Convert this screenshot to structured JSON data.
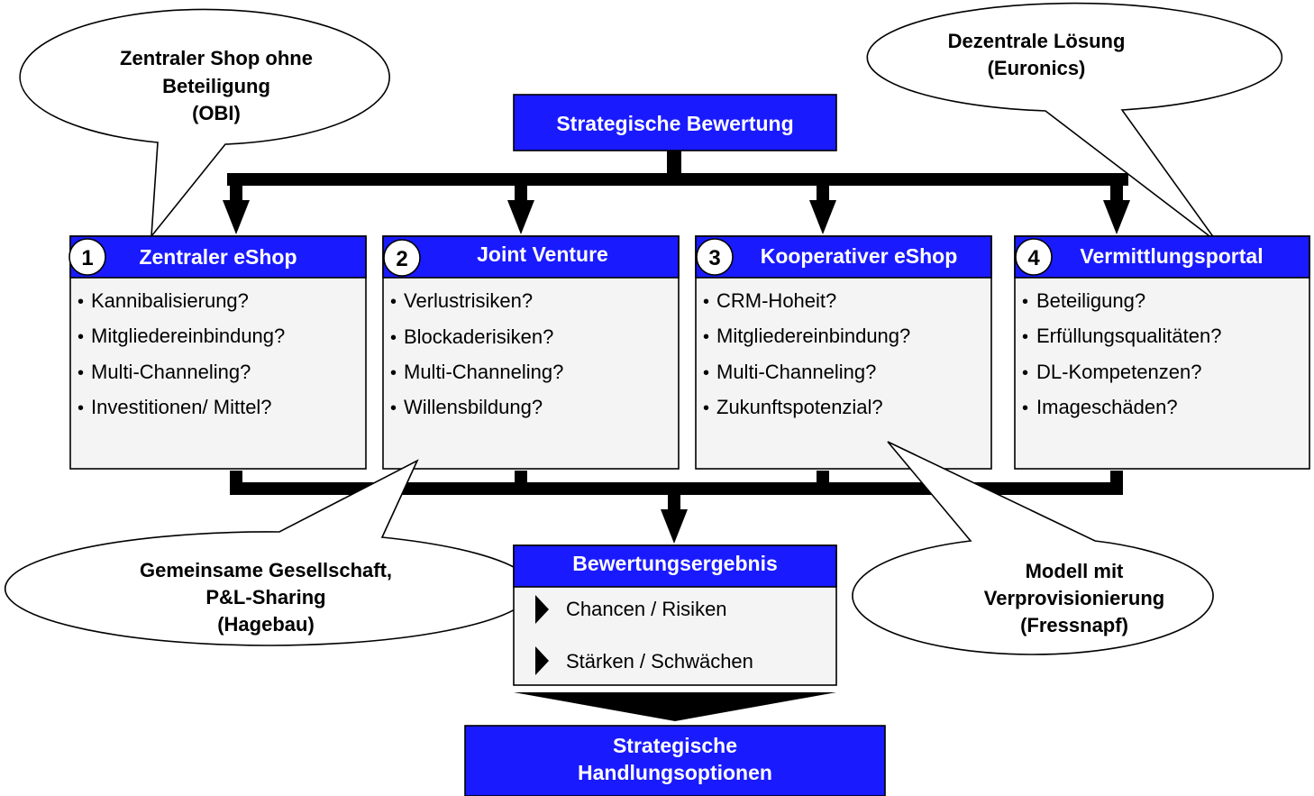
{
  "colors": {
    "header_blue": "#1a1aff",
    "box_fill": "#f4f4f4",
    "outline": "#000000",
    "header_text": "#ffffff"
  },
  "top_box": {
    "label": "Strategische Bewertung"
  },
  "options": [
    {
      "number": "1",
      "title": "Zentraler eShop",
      "items": [
        "Kannibalisierung?",
        "Mitgliedereinbindung?",
        "Multi-Channeling?",
        "Investitionen/ Mittel?"
      ]
    },
    {
      "number": "2",
      "title": "Joint Venture",
      "items": [
        "Verlustrisiken?",
        "Blockaderisiken?",
        "Multi-Channeling?",
        "Willensbildung?"
      ]
    },
    {
      "number": "3",
      "title": "Kooperativer eShop",
      "items": [
        "CRM-Hoheit?",
        "Mitgliedereinbindung?",
        "Multi-Channeling?",
        "Zukunftspotenzial?"
      ]
    },
    {
      "number": "4",
      "title": "Vermittlungsportal",
      "items": [
        "Beteiligung?",
        "Erfüllungsqualitäten?",
        "DL-Kompetenzen?",
        "Imageschäden?"
      ]
    }
  ],
  "bullet": "•",
  "callouts": [
    {
      "lines": [
        "Zentraler Shop  ohne",
        "Beteiligung",
        "(OBI)"
      ]
    },
    {
      "lines": [
        "Dezentrale Lösung",
        "(Euronics)"
      ]
    },
    {
      "lines": [
        "Gemeinsame Gesellschaft,",
        "P&L-Sharing",
        "(Hagebau)"
      ]
    },
    {
      "lines": [
        "Modell mit",
        "Verprovisionierung",
        "(Fressnapf)"
      ]
    }
  ],
  "result_box": {
    "title": "Bewertungsergebnis",
    "items": [
      "Chancen / Risiken",
      "Stärken / Schwächen"
    ]
  },
  "bottom_box": {
    "lines": [
      "Strategische",
      "Handlungsoptionen"
    ]
  }
}
